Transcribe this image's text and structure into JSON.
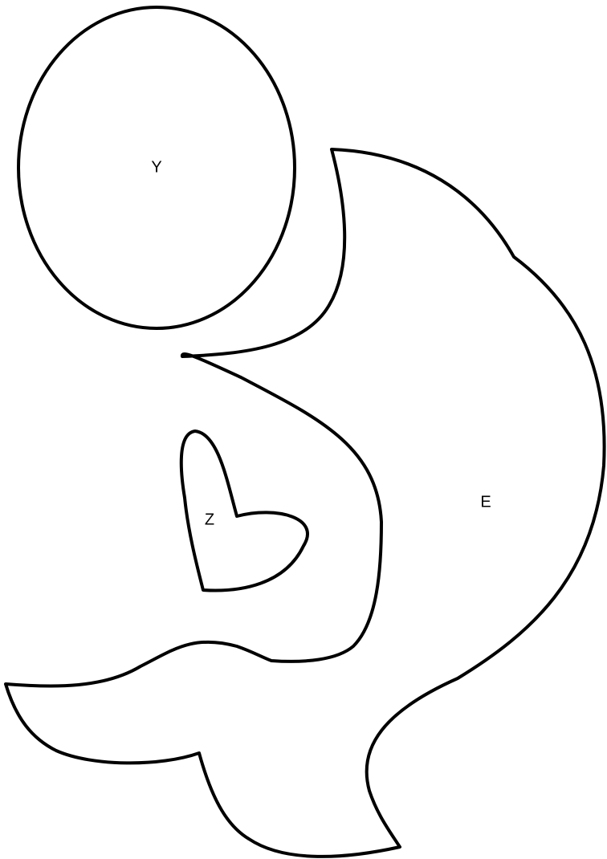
{
  "diagram": {
    "shapes": [
      {
        "id": "oval",
        "kind": "ellipse",
        "label": "Y"
      },
      {
        "id": "whale",
        "kind": "body-with-tail",
        "label": "E"
      },
      {
        "id": "heart",
        "kind": "heart",
        "label": "Z"
      }
    ],
    "colors": {
      "stroke": "#000000",
      "fill": "#ffffff",
      "background": "#ffffff"
    }
  }
}
